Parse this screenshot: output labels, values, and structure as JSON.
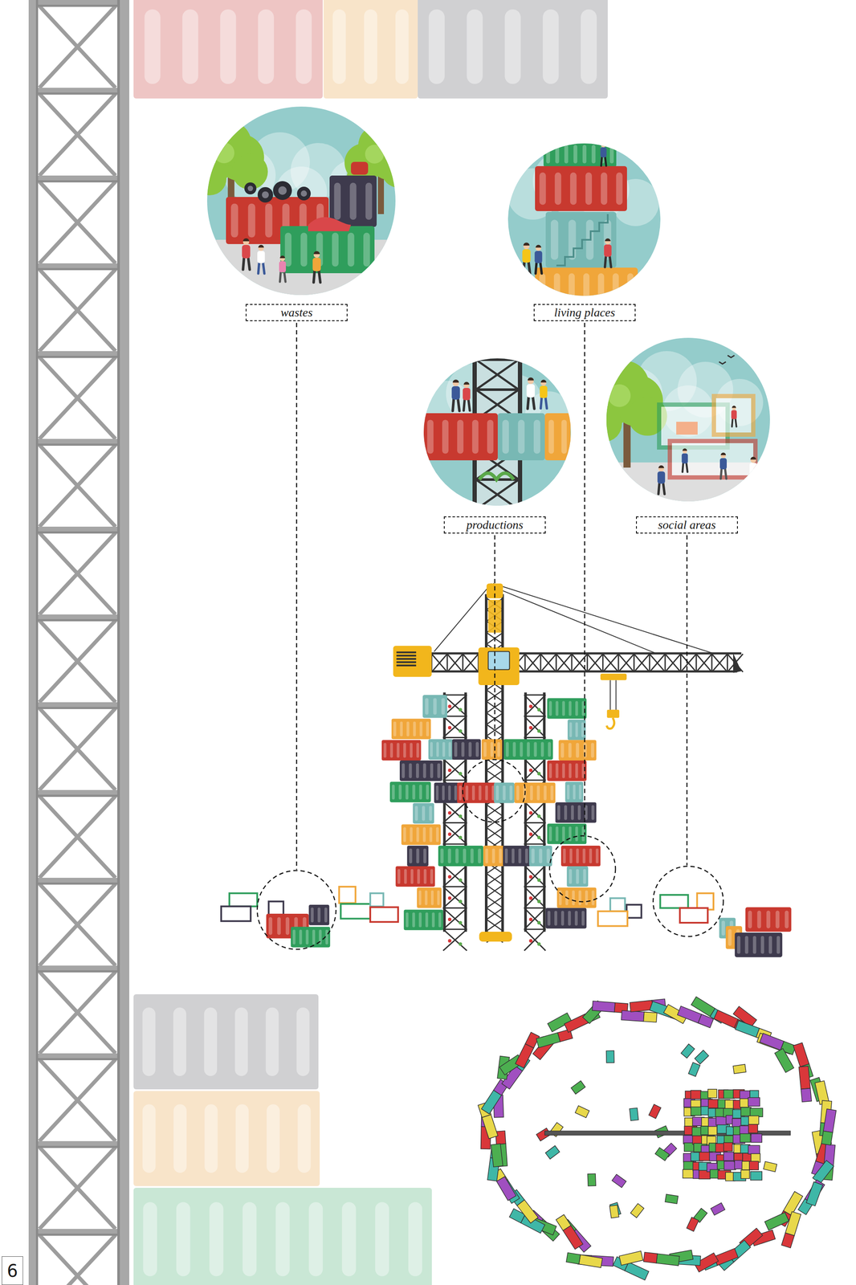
{
  "diagram": {
    "nodes": [
      {
        "text": [
          "wastes"
        ]
      },
      {
        "text": [
          "living places"
        ]
      },
      {
        "text": [
          "productions"
        ]
      },
      {
        "text": [
          "social areas"
        ]
      },
      {
        "text": [
          "6"
        ]
      }
    ]
  }
}
